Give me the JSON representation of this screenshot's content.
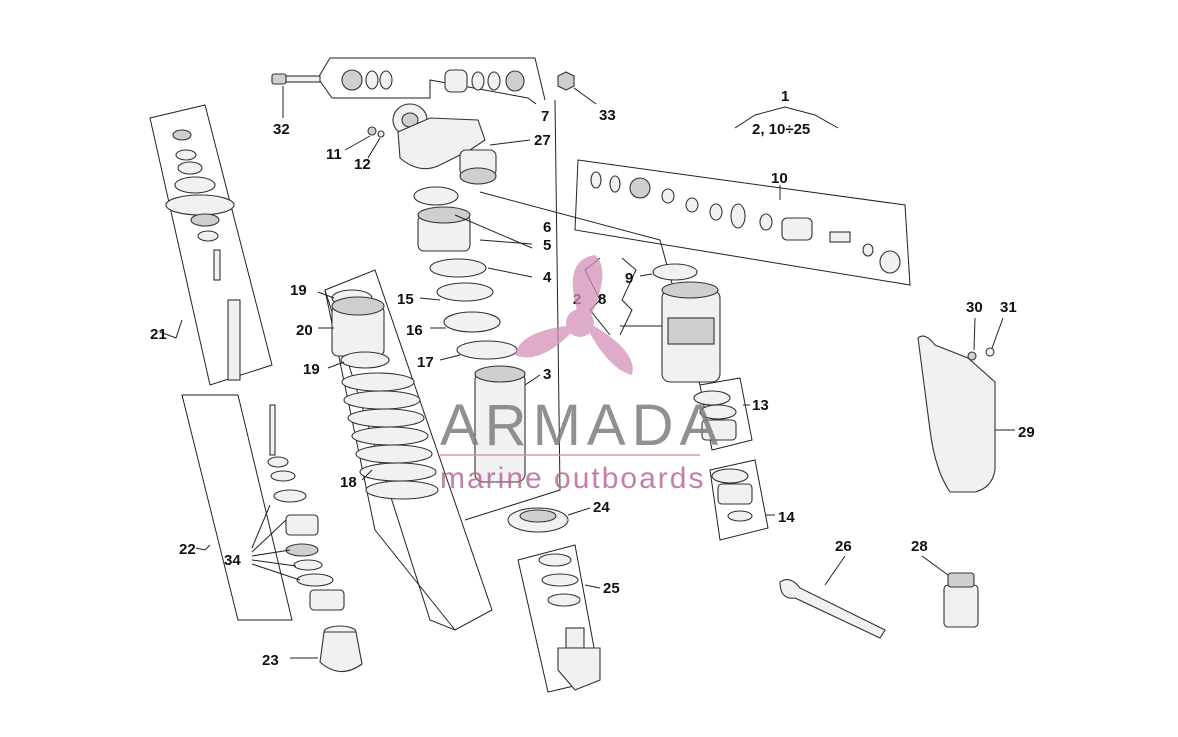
{
  "diagram": {
    "callouts": [
      "1",
      "2, 10÷25",
      "2",
      "3",
      "4",
      "5",
      "6",
      "7",
      "8",
      "9",
      "10",
      "11",
      "12",
      "13",
      "14",
      "15",
      "16",
      "17",
      "18",
      "19",
      "19",
      "20",
      "21",
      "22",
      "23",
      "24",
      "25",
      "26",
      "27",
      "28",
      "29",
      "30",
      "31",
      "32",
      "33",
      "34"
    ]
  },
  "watermark": {
    "brand": "ARMADA",
    "tagline": "marine outboards",
    "color": "#d48fb8"
  }
}
